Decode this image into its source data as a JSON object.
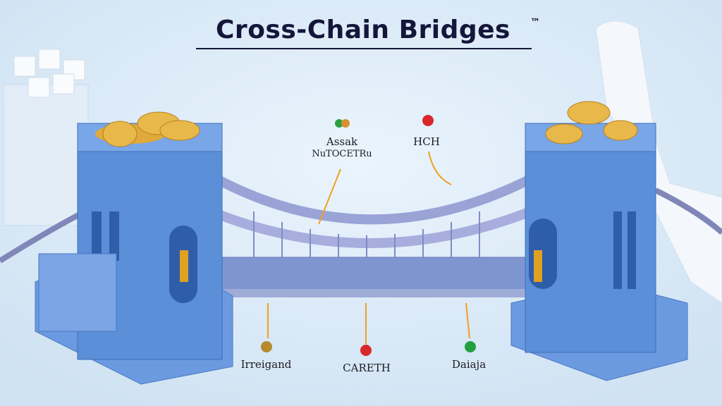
{
  "title": {
    "text": "Cross-Chain Bridges",
    "trademark": "™"
  },
  "labels": {
    "top_left": {
      "line1": "Assak",
      "line2": "NuTOCETRu"
    },
    "top_right": "HCH",
    "bottom_left": "Irreigand",
    "bottom_center": "CARETH",
    "bottom_right": "Daiaja"
  },
  "colors": {
    "background": "#dcecf8",
    "tower": "#5b8fd8",
    "tower_dark": "#3f6fb8",
    "bridge": "#8d9ad0",
    "coin": "#e0a93a",
    "accent_line": "#f0a020"
  }
}
